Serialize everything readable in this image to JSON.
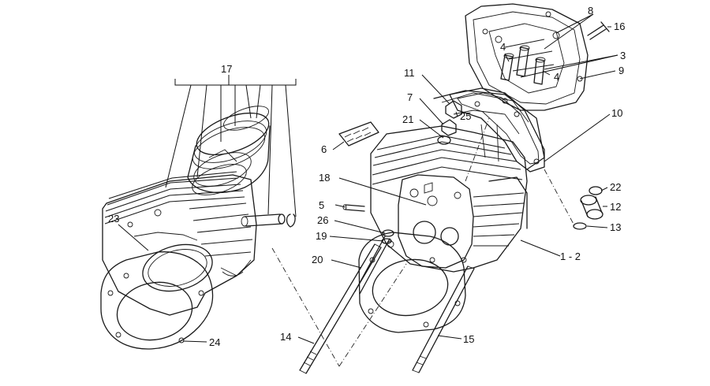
{
  "callouts": {
    "c1": "1 - 2",
    "c3": "3",
    "c4a": "4",
    "c4b": "4",
    "c5": "5",
    "c6": "6",
    "c7": "7",
    "c8": "8",
    "c9": "9",
    "c10": "10",
    "c11": "11",
    "c12": "12",
    "c13": "13",
    "c14": "14",
    "c15": "15",
    "c16": "16",
    "c17": "17",
    "c18": "18",
    "c19": "19",
    "c20": "20",
    "c21": "21",
    "c22": "22",
    "c23": "23",
    "c24": "24",
    "c25": "25",
    "c26": "26"
  }
}
